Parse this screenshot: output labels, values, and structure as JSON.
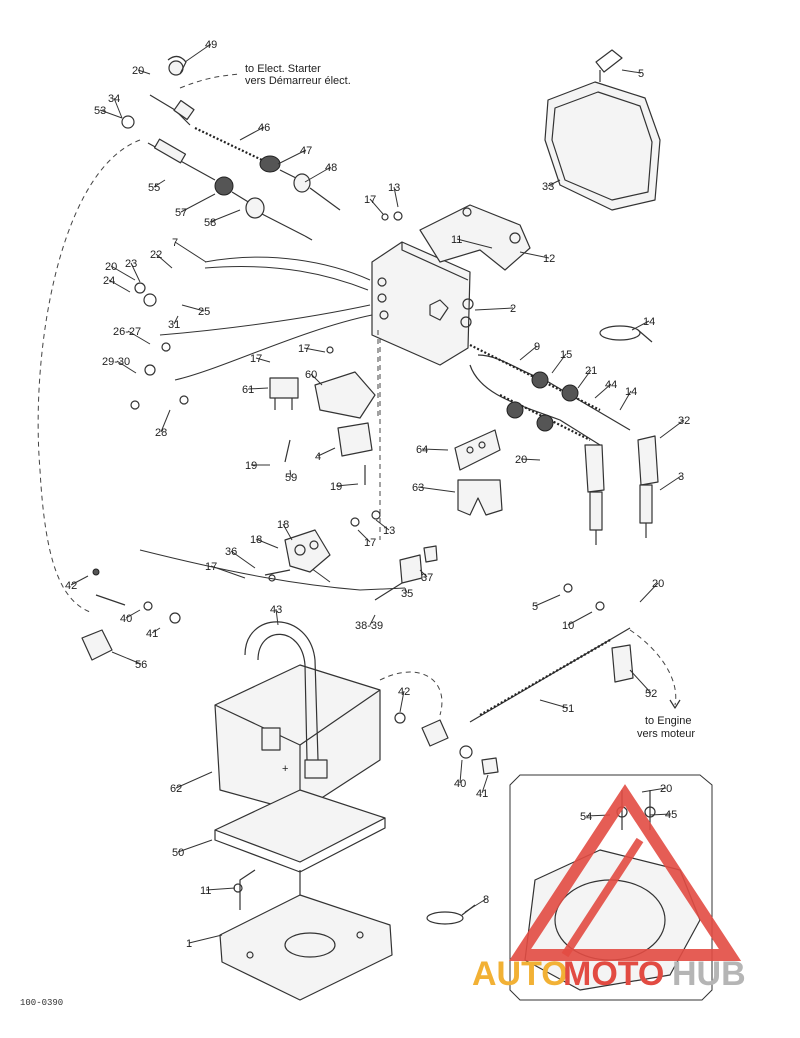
{
  "diagram": {
    "notes": {
      "starter_en": "to Elect. Starter",
      "starter_fr": "vers Démarreur élect.",
      "engine_en": "to Engine",
      "engine_fr": "vers moteur"
    },
    "labels": [
      "49",
      "20",
      "34",
      "53",
      "46",
      "47",
      "48",
      "55",
      "57",
      "58",
      "17",
      "13",
      "11",
      "12",
      "2",
      "33",
      "5",
      "7",
      "22",
      "20",
      "23",
      "24",
      "25",
      "31",
      "26-27",
      "29-30",
      "28",
      "14",
      "9",
      "15",
      "21",
      "44",
      "14",
      "32",
      "3",
      "20",
      "17",
      "17",
      "60",
      "61",
      "4",
      "59",
      "19",
      "19",
      "64",
      "63",
      "17",
      "13",
      "18",
      "18",
      "36",
      "17",
      "37",
      "35",
      "38-39",
      "42",
      "40",
      "41",
      "56",
      "5",
      "10",
      "20",
      "43",
      "52",
      "51",
      "42",
      "40",
      "41",
      "62",
      "50",
      "11",
      "8",
      "1",
      "20",
      "54",
      "45"
    ],
    "drawing_code": "100-0390"
  },
  "watermark": {
    "part_a": "AUTO",
    "part_b": "MOTO",
    "part_c": "HUB"
  }
}
